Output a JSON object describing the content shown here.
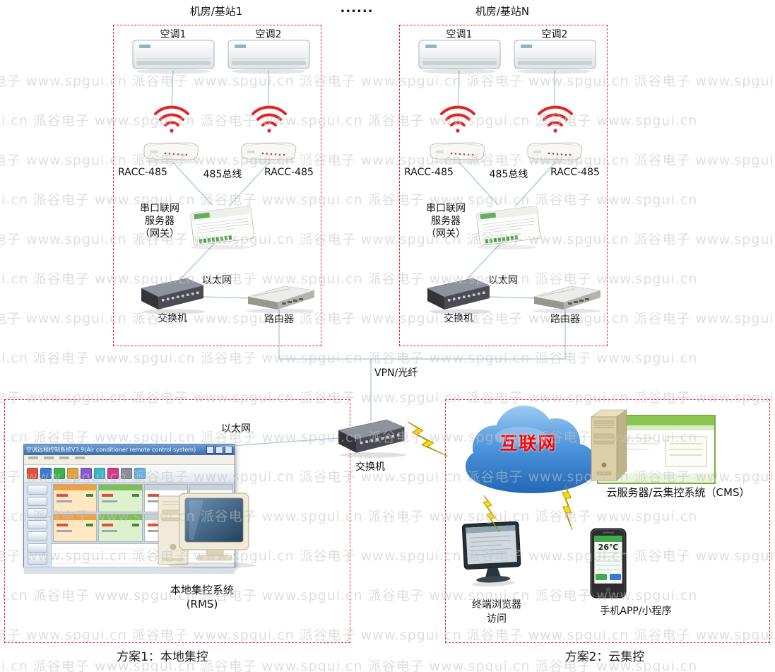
{
  "colors": {
    "boundary_red": "#f02020",
    "connection_line": "#9ec5d4",
    "wifi_signal_red": "#e32424",
    "internet_text_red": "#ff0000",
    "lightning_yellow": "#ffd900",
    "cloud_blue": "#2e7cc9"
  },
  "watermark": {
    "row": "派谷电子      www.spgui.cn      派谷电子      www.spgui.cn      派谷电子      www.spgui.cn      派谷电子      www.spgui.cn      派谷电子      www.spgui.cn"
  },
  "separator_dots": "......",
  "rooms": [
    {
      "title": "机房/基站1",
      "ac1_label": "空调1",
      "ac2_label": "空调2",
      "racc_left_label": "RACC-485",
      "bus_label": "485总线",
      "racc_right_label": "RACC-485",
      "gateway_label_lines": [
        "串口联网",
        "服务器",
        "（网关）"
      ],
      "ethernet_label": "以太网",
      "switch_label": "交换机",
      "router_label": "路由器"
    },
    {
      "title": "机房/基站N",
      "ac1_label": "空调1",
      "ac2_label": "空调2",
      "racc_left_label": "RACC-485",
      "bus_label": "485总线",
      "racc_right_label": "RACC-485",
      "gateway_label_lines": [
        "串口联网",
        "服务器",
        "（网关）"
      ],
      "ethernet_label": "以太网",
      "switch_label": "交换机",
      "router_label": "路由器"
    }
  ],
  "backbone": {
    "vpn_label": "VPN/光纤",
    "center_switch_label": "交换机",
    "rms_ethernet_label": "以太网"
  },
  "plan1": {
    "caption": "方案1：本地集控",
    "system_label_lines": [
      "本地集控系统",
      "(RMS)"
    ],
    "rms_window_title": "空调远程控制系统V3.9(Air conditioner remote control system)"
  },
  "plan2": {
    "caption": "方案2：云集控",
    "internet_label": "互联网",
    "cloud_server_label": "云服务器/云集控系统（CMS）",
    "terminal_label_lines": [
      "终端浏览器",
      "访问"
    ],
    "phone_label": "手机APP/小程序",
    "phone_temp": "26℃"
  }
}
